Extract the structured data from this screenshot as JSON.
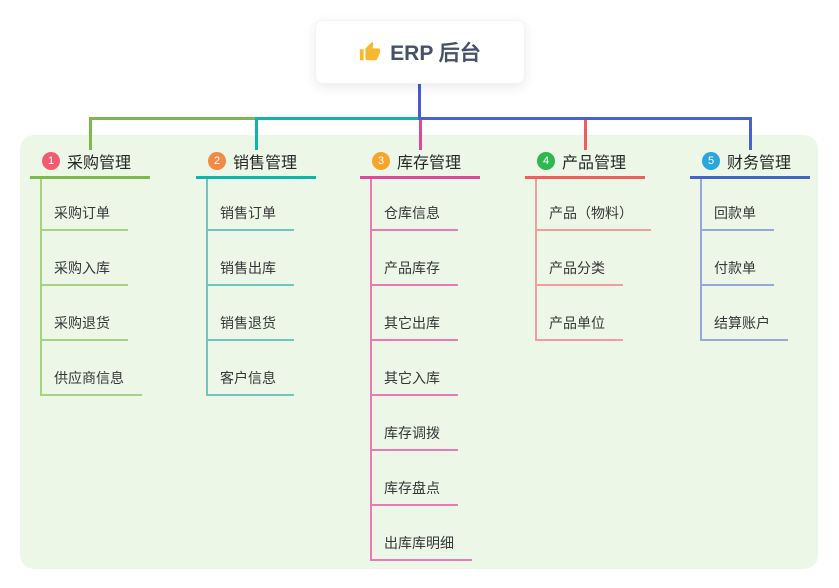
{
  "root": {
    "title": "ERP 后台",
    "icon": "thumbs-up"
  },
  "colors": {
    "canvas_bg": "#ffffff",
    "container_bg": "#edf7e8",
    "root_text": "#475069",
    "root_connector": "#4a5ace",
    "branch_label_text": "#262626",
    "child_text": "#363636",
    "thumb_icon": "#f5b82e"
  },
  "branches": [
    {
      "number": "1",
      "label": "采购管理",
      "badge_color": "#f25c70",
      "line_color": "#7eb94e",
      "child_line_color": "#a6d283",
      "children": [
        "采购订单",
        "采购入库",
        "采购退货",
        "供应商信息"
      ]
    },
    {
      "number": "2",
      "label": "销售管理",
      "badge_color": "#f28a43",
      "line_color": "#14b3a9",
      "child_line_color": "#6cc8bf",
      "children": [
        "销售订单",
        "销售出库",
        "销售退货",
        "客户信息"
      ]
    },
    {
      "number": "3",
      "label": "库存管理",
      "badge_color": "#f7a52b",
      "line_color": "#dd4a9b",
      "child_line_color": "#e87ab5",
      "children": [
        "仓库信息",
        "产品库存",
        "其它出库",
        "其它入库",
        "库存调拨",
        "库存盘点",
        "出库库明细"
      ]
    },
    {
      "number": "4",
      "label": "产品管理",
      "badge_color": "#2fb750",
      "line_color": "#f25c5c",
      "child_line_color": "#f59c9c",
      "children": [
        "产品（物料）",
        "产品分类",
        "产品单位"
      ]
    },
    {
      "number": "5",
      "label": "财务管理",
      "badge_color": "#2aa6dd",
      "line_color": "#4663c8",
      "child_line_color": "#93a8dc",
      "children": [
        "回款单",
        "付款单",
        "结算账户"
      ]
    }
  ]
}
